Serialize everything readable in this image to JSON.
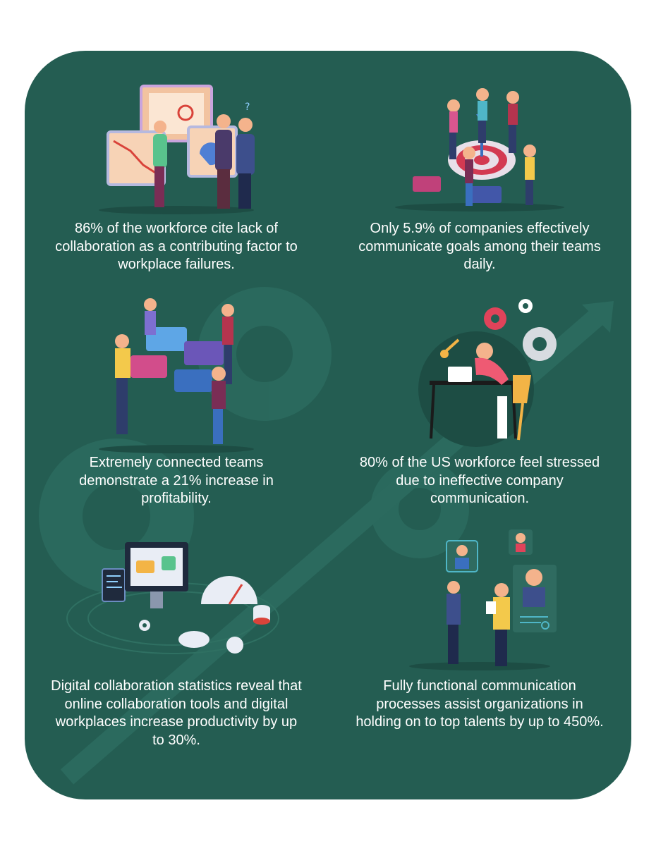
{
  "colors": {
    "background": "#ffffff",
    "card": "#245d52",
    "text": "#ffffff"
  },
  "stats": [
    {
      "text": "86% of the workforce cite lack of collaboration as a contributing factor to workplace failures.",
      "illustration": "team-stress-charts-illustration"
    },
    {
      "text": "Only 5.9% of companies effectively communicate goals among their teams daily.",
      "illustration": "team-target-goal-illustration"
    },
    {
      "text": "Extremely connected teams demonstrate a 21% increase in profitability.",
      "illustration": "team-puzzle-illustration"
    },
    {
      "text": "80% of the US workforce feel stressed due to ineffective company communication.",
      "illustration": "stressed-worker-desk-illustration"
    },
    {
      "text": "Digital collaboration statistics reveal that online collaboration tools and digital workplaces increase productivity by up to 30%.",
      "illustration": "digital-workplace-dashboard-illustration"
    },
    {
      "text": "Fully functional communication processes assist organizations in holding on to top talents by up to 450%.",
      "illustration": "talent-recruitment-illustration"
    }
  ]
}
